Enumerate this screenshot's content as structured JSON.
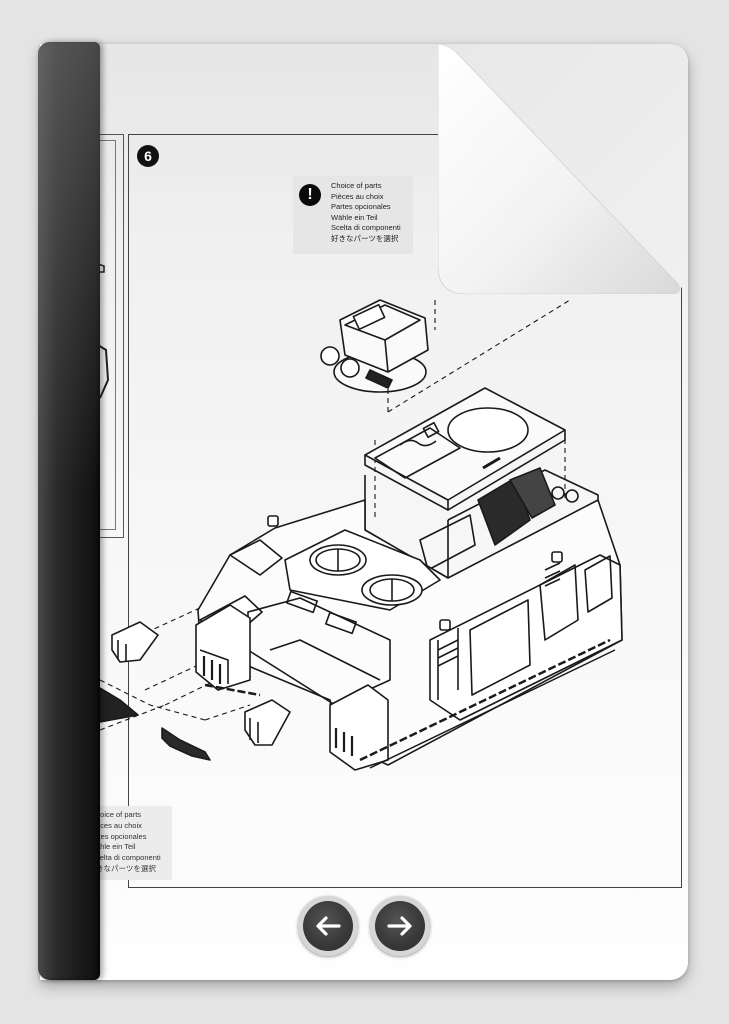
{
  "viewer": {
    "type": "flipbook",
    "navigation": {
      "prev_icon": "arrow-left-icon",
      "next_icon": "arrow-right-icon",
      "prev_label": "Previous page",
      "next_label": "Next page"
    },
    "page_curl_icon": "page-curl-corner",
    "colors": {
      "background": "#e4e4e4",
      "page": "#fbfbfb",
      "spine": "#1a1a1a",
      "nav_button": "#3a3a3a",
      "nav_ring": "#d6d6d6"
    }
  },
  "page": {
    "step_number": "6",
    "note_icon": "exclamation-icon",
    "choice_of_parts": [
      "Choice of parts",
      "Pièces au choix",
      "Partes opcionales",
      "Wähle ein Teil",
      "Scelta di componenti",
      "好きなパーツを選択"
    ],
    "choice_of_parts_partial": [
      "hoice of parts",
      "èces au choix",
      "rtes opcionales",
      "ähle ein Teil",
      "celta di componenti",
      "きなパーツを選択"
    ],
    "illustration": "Exploded isometric assembly diagram of a tracked armoured vehicle with turret, hatches and side parts"
  }
}
